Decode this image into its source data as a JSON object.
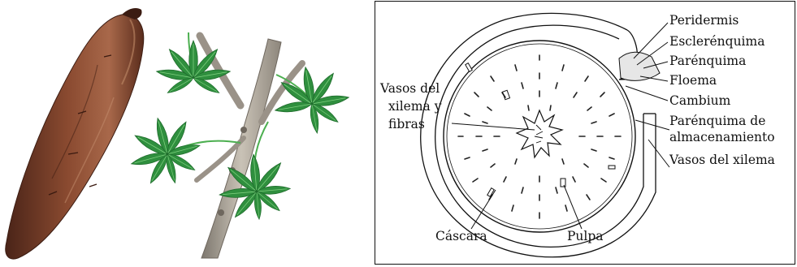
{
  "illustration": {
    "root": "cassava-root",
    "plant": "cassava-plant-branch"
  },
  "diagram": {
    "labels": {
      "peridermis": "Peridermis",
      "esclerenquima": "Esclerénquima",
      "parenquima": "Parénquima",
      "floema": "Floema",
      "cambium": "Cambium",
      "parenquima_almac_1": "Parénquima de",
      "parenquima_almac_2": "almacenamiento",
      "vasos_xilema": "Vasos del xilema",
      "vasos_fibras_1": "Vasos del",
      "vasos_fibras_2": "xilema y",
      "vasos_fibras_3": "fibras",
      "cascara": "Cáscara",
      "pulpa": "Pulpa"
    }
  },
  "colors": {
    "root_dark": "#4a2418",
    "root_mid": "#8a4a30",
    "root_light": "#b77c58",
    "leaf": "#2f8f3e",
    "leaf_light": "#5fbf5f",
    "stem": "#a9a097",
    "line": "#111111"
  }
}
